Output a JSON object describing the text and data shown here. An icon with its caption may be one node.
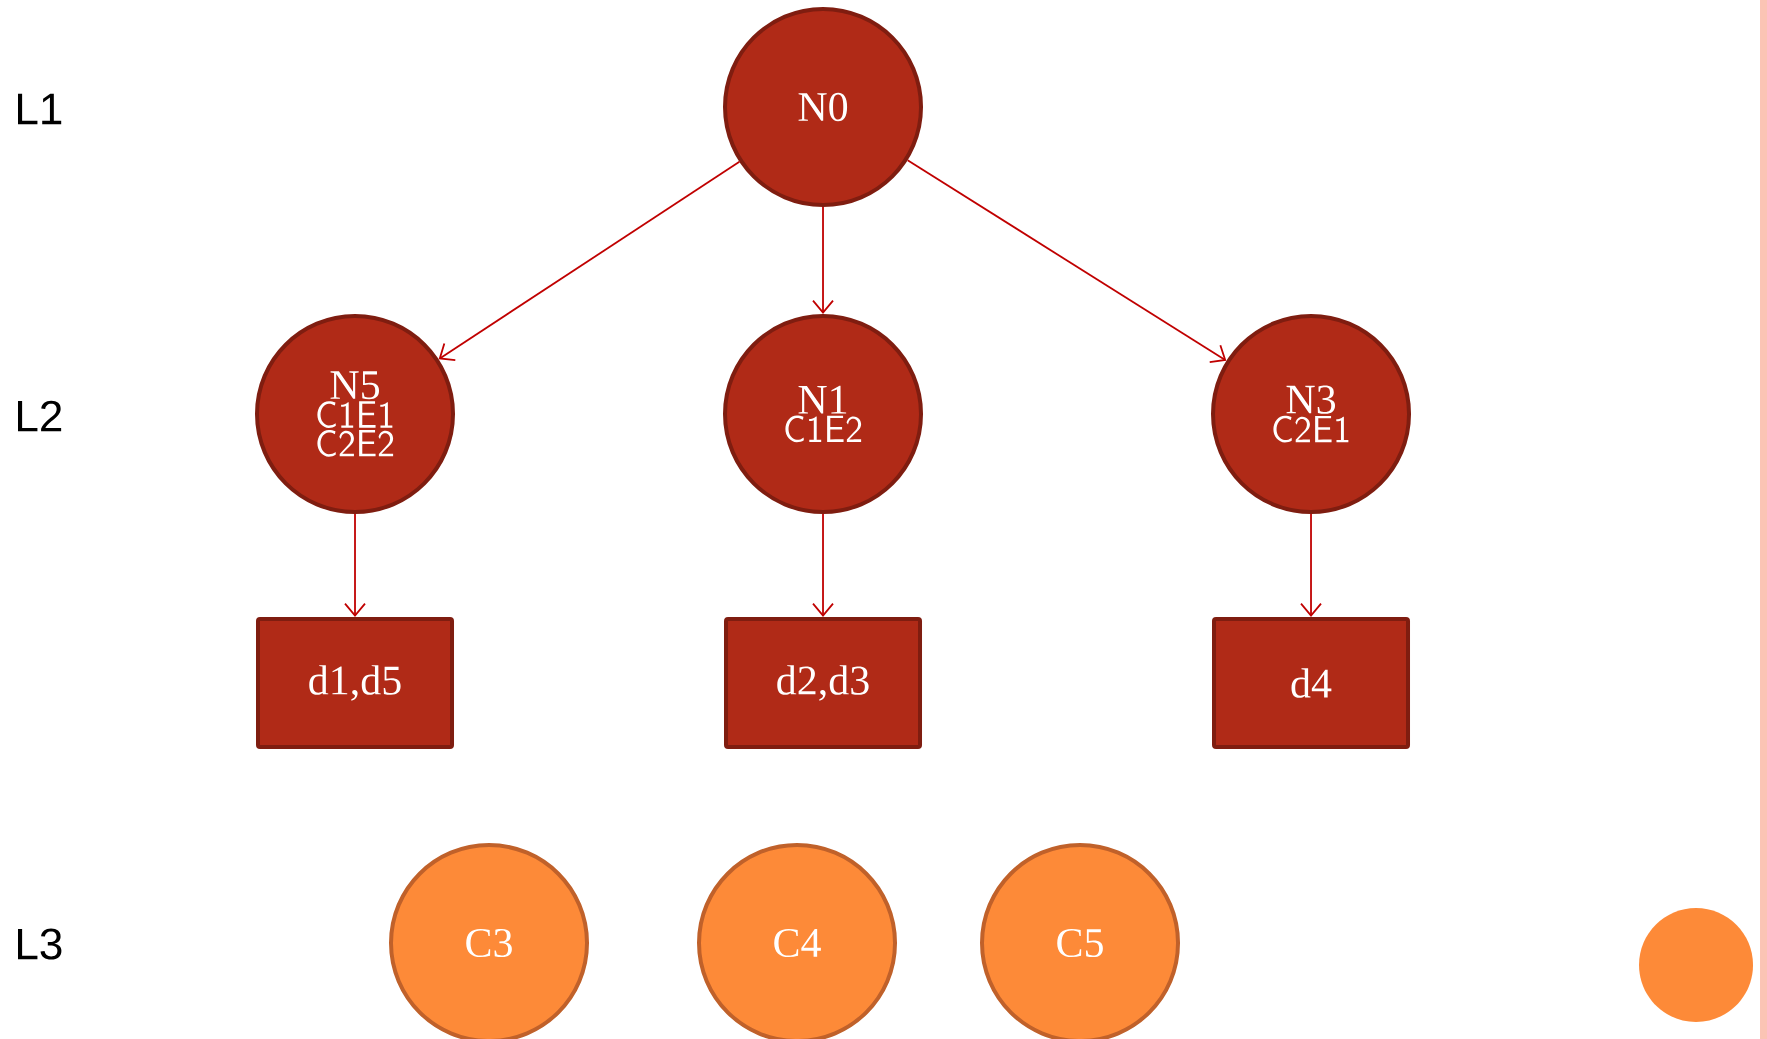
{
  "diagram": {
    "nodes": [
      {
        "text": [
          "N0"
        ]
      },
      {
        "text": [
          "N5",
          "C1E1",
          "C2E2"
        ]
      },
      {
        "text": [
          "N1",
          "C1E2"
        ]
      },
      {
        "text": [
          "N3",
          "C2E1"
        ]
      },
      {
        "text": [
          "d1,d5"
        ]
      },
      {
        "text": [
          "d2,d3"
        ]
      },
      {
        "text": [
          "d4"
        ]
      },
      {
        "text": [
          "C3"
        ]
      },
      {
        "text": [
          "C4"
        ]
      },
      {
        "text": [
          "C5"
        ]
      },
      {
        "text": [],
        "shape": "circle"
      }
    ],
    "edges": [
      {
        "from": 0,
        "to": 1,
        "arrow": "to"
      },
      {
        "from": 0,
        "to": 2,
        "arrow": "to"
      },
      {
        "from": 0,
        "to": 3,
        "arrow": "to"
      },
      {
        "from": 1,
        "to": 4,
        "arrow": "to"
      },
      {
        "from": 2,
        "to": 5,
        "arrow": "to"
      },
      {
        "from": 3,
        "to": 6,
        "arrow": "to"
      }
    ],
    "labels": [
      "L1",
      "L2",
      "L3"
    ]
  }
}
